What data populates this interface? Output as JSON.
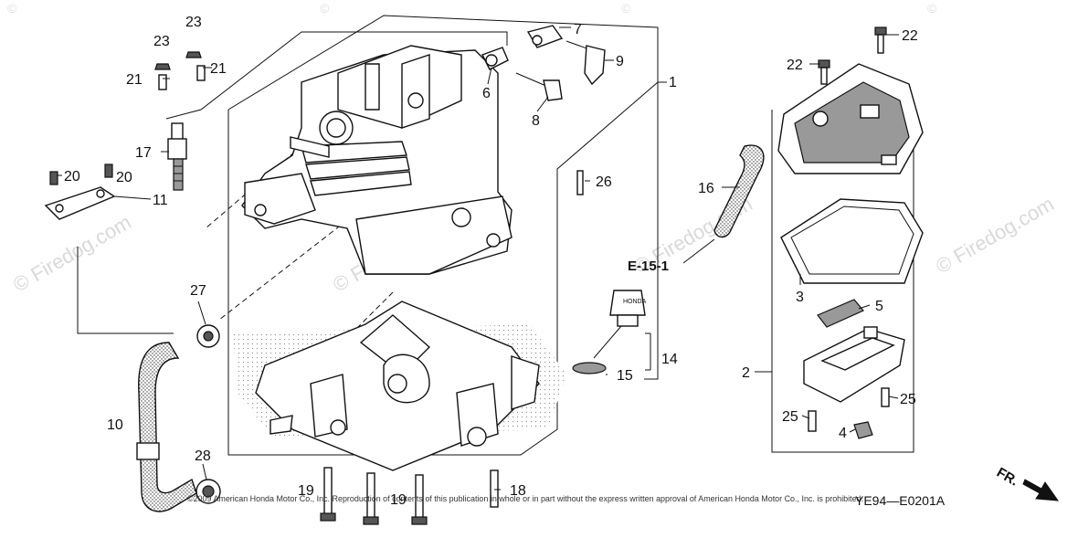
{
  "watermark": {
    "brand": "© Firedog.com",
    "small_mark": "©"
  },
  "callouts": {
    "n1": "1",
    "n2": "2",
    "n3": "3",
    "n4": "4",
    "n5": "5",
    "n6": "6",
    "n7": "7",
    "n8": "8",
    "n9": "9",
    "n10": "10",
    "n11": "11",
    "n14": "14",
    "n15": "15",
    "n16": "16",
    "n17": "17",
    "n18": "18",
    "n19a": "19",
    "n19b": "19",
    "n20a": "20",
    "n20b": "20",
    "n21a": "21",
    "n21b": "21",
    "n22a": "22",
    "n22b": "22",
    "n23a": "23",
    "n23b": "23",
    "n25a": "25",
    "n25b": "25",
    "n26": "26",
    "n27": "27",
    "n28": "28"
  },
  "reference": "E-15-1",
  "direction_label": "FR.",
  "copyright": "©2009 American Honda Motor Co., Inc. Reproduction of contents of this publication in whole or in part without the express written approval of American Honda Motor Co., Inc. is prohibited.",
  "diagram_code": "YE94—E0201A"
}
